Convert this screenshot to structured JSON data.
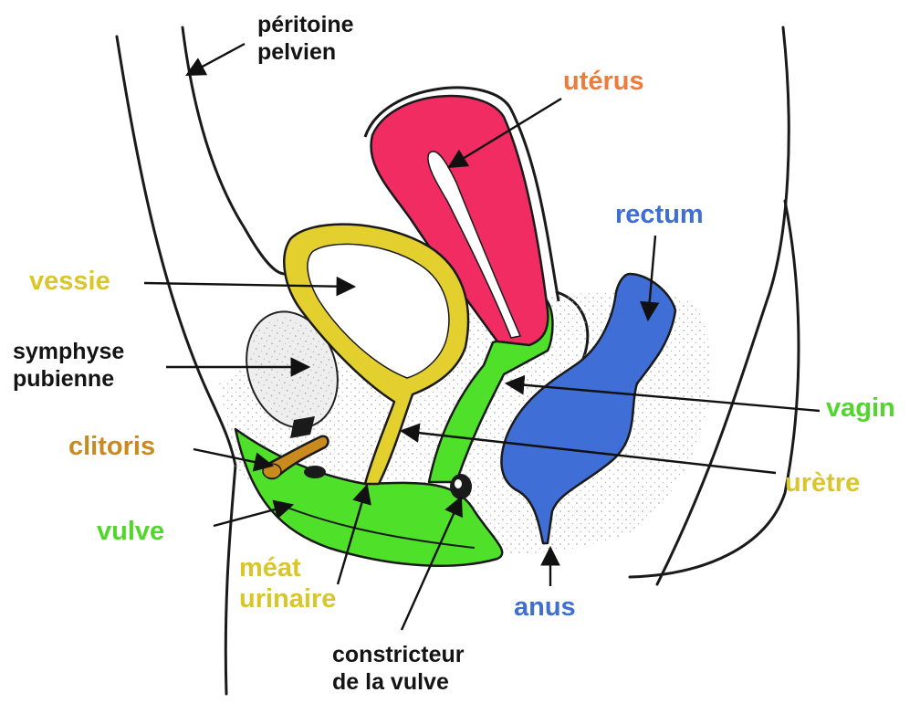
{
  "labels": {
    "peritoine_line1": "péritoine",
    "peritoine_line2": "pelvien",
    "uterus": "utérus",
    "rectum": "rectum",
    "vessie": "vessie",
    "symphyse_line1": "symphyse",
    "symphyse_line2": "pubienne",
    "clitoris": "clitoris",
    "vagin": "vagin",
    "uretre": "urètre",
    "vulve": "vulve",
    "meat_line1": "méat",
    "meat_line2": "urinaire",
    "anus": "anus",
    "constricteur_line1": "constricteur",
    "constricteur_line2": "de la vulve"
  },
  "colors": {
    "uterus": "#f02c62",
    "uterus_label": "#f07a3a",
    "rectum": "#3f6fd6",
    "vessie": "#e3cf2e",
    "vagin": "#4fe02a",
    "clitoris": "#c98a1e",
    "symphyse": "#eeeeee",
    "black_label": "#141414"
  }
}
